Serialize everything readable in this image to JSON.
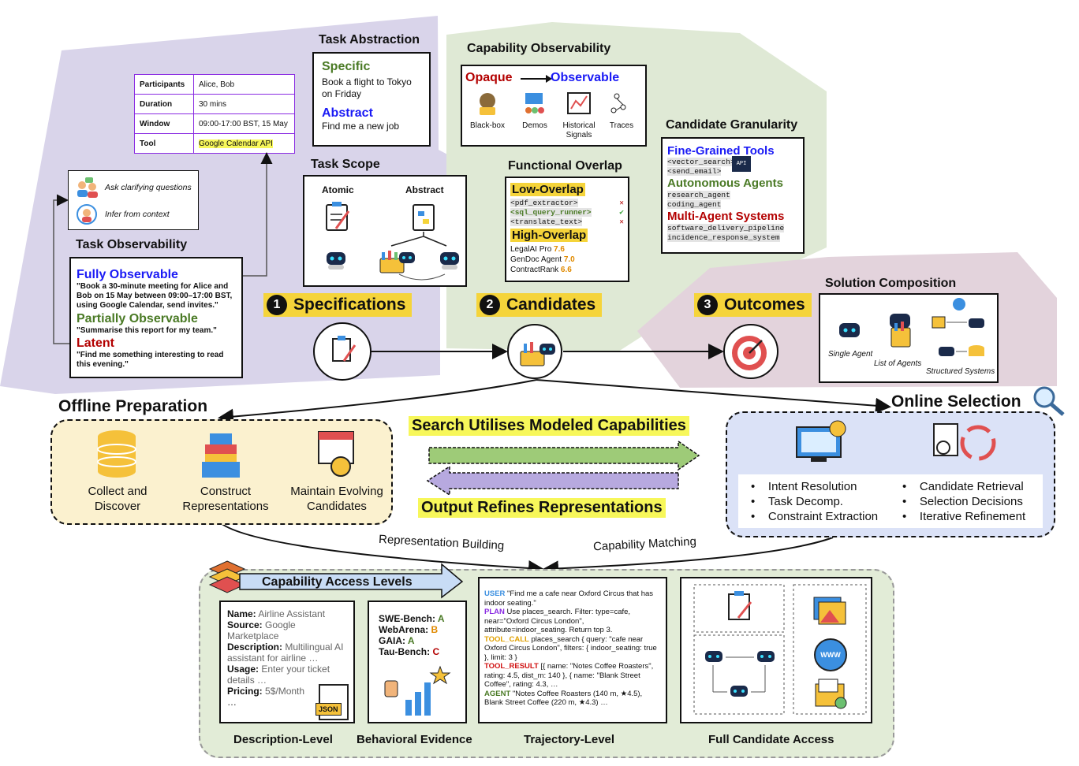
{
  "spec": {
    "task_abstraction": {
      "title": "Task Abstraction",
      "specific_label": "Specific",
      "specific_text": "Book a flight to Tokyo on Friday",
      "abstract_label": "Abstract",
      "abstract_text": "Find me a new job"
    },
    "table": [
      [
        "Participants",
        "Alice, Bob"
      ],
      [
        "Duration",
        "30 mins"
      ],
      [
        "Window",
        "09:00-17:00 BST, 15 May"
      ],
      [
        "Tool",
        "Google Calendar API"
      ]
    ],
    "clarify": {
      "ask": "Ask clarifying questions",
      "infer": "Infer from context"
    },
    "task_observability": {
      "title": "Task Observability",
      "fully": "Fully Observable",
      "fully_text": "\"Book a 30-minute meeting for Alice and Bob on 15 May between 09:00–17:00 BST, using Google Calendar, send invites.\"",
      "partially": "Partially Observable",
      "partially_text": "\"Summarise this report for my team.\"",
      "latent": "Latent",
      "latent_text": "\"Find me something interesting to read this evening.\""
    },
    "task_scope": {
      "title": "Task Scope",
      "atomic": "Atomic",
      "abstract": "Abstract"
    },
    "pill_num": "1",
    "pill_label": "Specifications"
  },
  "cand": {
    "cap_obs": {
      "title": "Capability Observability",
      "opaque": "Opaque",
      "observable": "Observable",
      "items": [
        "Black-box",
        "Demos",
        "Historical Signals",
        "Traces"
      ]
    },
    "overlap": {
      "title": "Functional Overlap",
      "low": "Low-Overlap",
      "low_items": [
        "<pdf_extractor>",
        "<sql_query_runner>",
        "<translate_text>"
      ],
      "high": "High-Overlap",
      "high_items": [
        {
          "name": "LegalAI Pro",
          "score": "7.6"
        },
        {
          "name": "GenDoc Agent",
          "score": "7.0"
        },
        {
          "name": "ContractRank",
          "score": "6.6"
        }
      ]
    },
    "granularity": {
      "title": "Candidate Granularity",
      "fine": "Fine-Grained Tools",
      "fine_items": [
        "<vector_search>",
        "<send_email>"
      ],
      "api": "API",
      "auto": "Autonomous Agents",
      "auto_items": [
        "research_agent",
        "coding_agent"
      ],
      "multi": "Multi-Agent Systems",
      "multi_items": [
        "software_delivery_pipeline",
        "incidence_response_system"
      ]
    },
    "pill_num": "2",
    "pill_label": "Candidates"
  },
  "outcomes": {
    "pill_num": "3",
    "pill_label": "Outcomes",
    "composition": {
      "title": "Solution Composition",
      "single": "Single Agent",
      "list": "List of Agents",
      "structured": "Structured Systems"
    }
  },
  "offline": {
    "title": "Offline Preparation",
    "items": [
      "Collect and Discover",
      "Construct Representations",
      "Maintain Evolving Candidates"
    ]
  },
  "online": {
    "title": "Online Selection",
    "left": [
      "Intent Resolution",
      "Task Decomp.",
      "Constraint Extraction"
    ],
    "right": [
      "Candidate Retrieval",
      "Selection Decisions",
      "Iterative Refinement"
    ]
  },
  "middle": {
    "search": "Search Utilises Modeled Capabilities",
    "refine": "Output Refines Representations",
    "rep_building": "Representation Building",
    "cap_matching": "Capability Matching"
  },
  "access": {
    "title": "Capability Access Levels",
    "description": {
      "label": "Description-Level",
      "fields": [
        {
          "k": "Name:",
          "v": "Airline Assistant"
        },
        {
          "k": "Source:",
          "v": "Google Marketplace"
        },
        {
          "k": "Description:",
          "v": "Multilingual AI assistant for airline …"
        },
        {
          "k": "Usage:",
          "v": "Enter your ticket details …"
        },
        {
          "k": "Pricing:",
          "v": "5$/Month"
        }
      ],
      "ellipsis": "…",
      "json": "JSON"
    },
    "behavioral": {
      "label": "Behavioral Evidence",
      "items": [
        {
          "k": "SWE-Bench:",
          "g": "A",
          "c": "#4a7a25"
        },
        {
          "k": "WebArena:",
          "g": "B",
          "c": "#e08a00"
        },
        {
          "k": "GAIA:",
          "g": "A",
          "c": "#4a7a25"
        },
        {
          "k": "Tau-Bench:",
          "g": "C",
          "c": "#b30000"
        }
      ]
    },
    "trajectory": {
      "label": "Trajectory-Level",
      "lines": [
        {
          "tag": "USER",
          "color": "#3b8fe0",
          "text": "\"Find me a cafe near Oxford Circus that has indoor seating.\""
        },
        {
          "tag": "PLAN",
          "color": "#8a2be2",
          "text": "Use places_search. Filter: type=cafe, near=\"Oxford Circus London\", attribute=indoor_seating. Return top 3."
        },
        {
          "tag": "TOOL_CALL",
          "color": "#e0a000",
          "text": "places_search { query: \"cafe near Oxford Circus London\", filters: { indoor_seating: true }, limit: 3 }"
        },
        {
          "tag": "TOOL_RESULT",
          "color": "#d01010",
          "text": "[{ name: \"Notes Coffee Roasters\", rating: 4.5, dist_m: 140 }, { name: \"Blank Street Coffee\", rating: 4.3, …"
        },
        {
          "tag": "AGENT",
          "color": "#4a7a25",
          "text": "\"Notes Coffee Roasters (140 m, ★4.5), Blank Street Coffee (220 m, ★4.3) …"
        }
      ]
    },
    "full": {
      "label": "Full Candidate Access",
      "www": "WWW"
    }
  },
  "colors": {
    "purple_bg": "#d9d4ea",
    "green_bg": "#dfe9d5",
    "pink_bg": "#e3d3dc",
    "yellow": "#f5d43a",
    "offline_bg": "#fbf1cf",
    "online_bg": "#dbe2f7",
    "access_bg": "#e2ecd7"
  }
}
